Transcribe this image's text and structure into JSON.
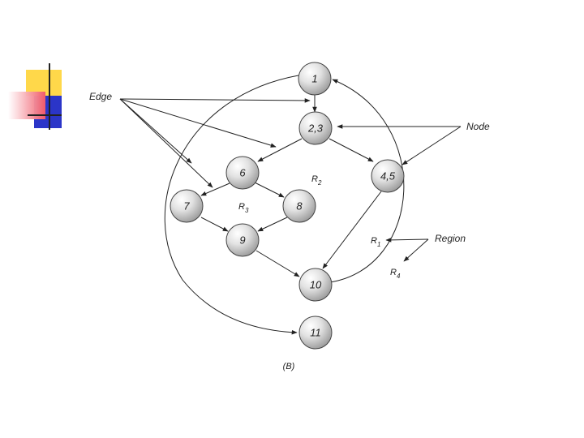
{
  "diagram": {
    "nodes": [
      {
        "id": "n1",
        "label": "1"
      },
      {
        "id": "n23",
        "label": "2,3"
      },
      {
        "id": "n6",
        "label": "6"
      },
      {
        "id": "n45",
        "label": "4,5"
      },
      {
        "id": "n7",
        "label": "7"
      },
      {
        "id": "n8",
        "label": "8"
      },
      {
        "id": "n9",
        "label": "9"
      },
      {
        "id": "n10",
        "label": "10"
      },
      {
        "id": "n11",
        "label": "11"
      }
    ],
    "edges": [
      {
        "from": "1",
        "to": "2,3"
      },
      {
        "from": "2,3",
        "to": "6"
      },
      {
        "from": "2,3",
        "to": "4,5"
      },
      {
        "from": "6",
        "to": "7"
      },
      {
        "from": "6",
        "to": "8"
      },
      {
        "from": "7",
        "to": "9"
      },
      {
        "from": "8",
        "to": "9"
      },
      {
        "from": "9",
        "to": "10"
      },
      {
        "from": "4,5",
        "to": "10"
      },
      {
        "from": "10",
        "to": "1"
      },
      {
        "from": "1",
        "to": "11"
      }
    ],
    "annotations": {
      "edge": "Edge",
      "node": "Node",
      "region": "Region"
    },
    "regions": {
      "r1": {
        "letter": "R",
        "sub": "1"
      },
      "r2": {
        "letter": "R",
        "sub": "2"
      },
      "r3": {
        "letter": "R",
        "sub": "3"
      },
      "r4": {
        "letter": "R",
        "sub": "4"
      }
    },
    "caption": "(B)"
  },
  "decoration": {
    "colors": {
      "yellow": "#FFD84A",
      "blue": "#2B35C8",
      "red": "#F05A6A",
      "line": "#222222"
    }
  }
}
